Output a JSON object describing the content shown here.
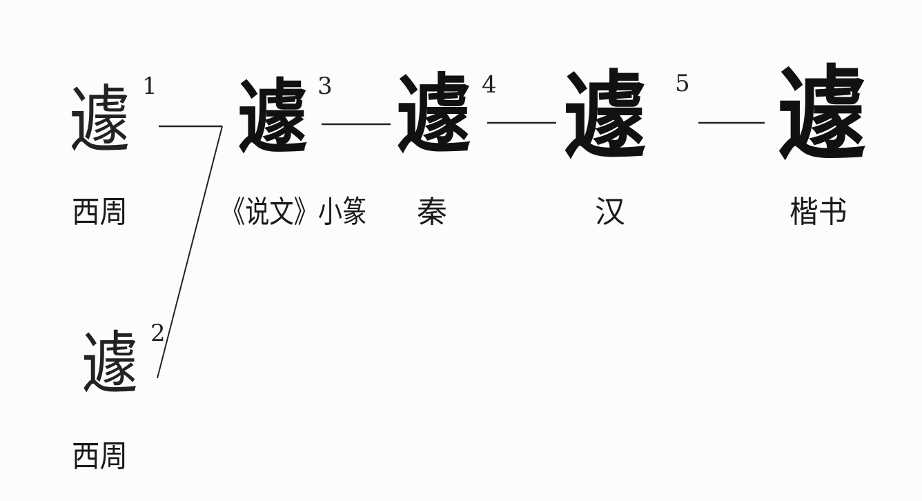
{
  "stages": [
    {
      "number": "1",
      "label": "西周",
      "glyph": "遽"
    },
    {
      "number": "2",
      "label": "西周",
      "glyph": "遽"
    },
    {
      "number": "3",
      "label": "《说文》小篆",
      "glyph": "遽"
    },
    {
      "number": "4",
      "label": "秦",
      "glyph": "遽"
    },
    {
      "number": "5",
      "label": "汉",
      "glyph": "遽"
    },
    {
      "number": "",
      "label": "楷书",
      "glyph": "遽"
    }
  ],
  "colors": {
    "ink": "#111111",
    "background": "#fcfcfb"
  }
}
